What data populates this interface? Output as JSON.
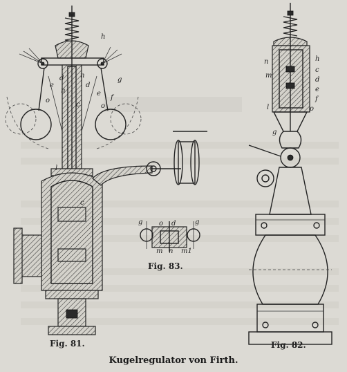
{
  "figures": [
    {
      "id": "fig81",
      "label": "Fig. 81."
    },
    {
      "id": "fig83",
      "label": "Fig. 83."
    },
    {
      "id": "fig82",
      "label": "Fig. 82."
    }
  ],
  "caption": "Kugelregulator von Firth.",
  "part_letters": {
    "fig81": [
      "h",
      "g",
      "f",
      "n",
      "d",
      "e",
      "c",
      "d",
      "e",
      "n",
      "o",
      "o",
      "l",
      "c"
    ],
    "fig82": [
      "h",
      "n",
      "m",
      "c",
      "d",
      "e",
      "f",
      "l",
      "o",
      "g"
    ],
    "fig83": [
      "g",
      "o",
      "d",
      "g",
      "m",
      "n",
      "m1"
    ]
  },
  "colors": {
    "paper": "#dcdad4",
    "ink": "#222222"
  }
}
